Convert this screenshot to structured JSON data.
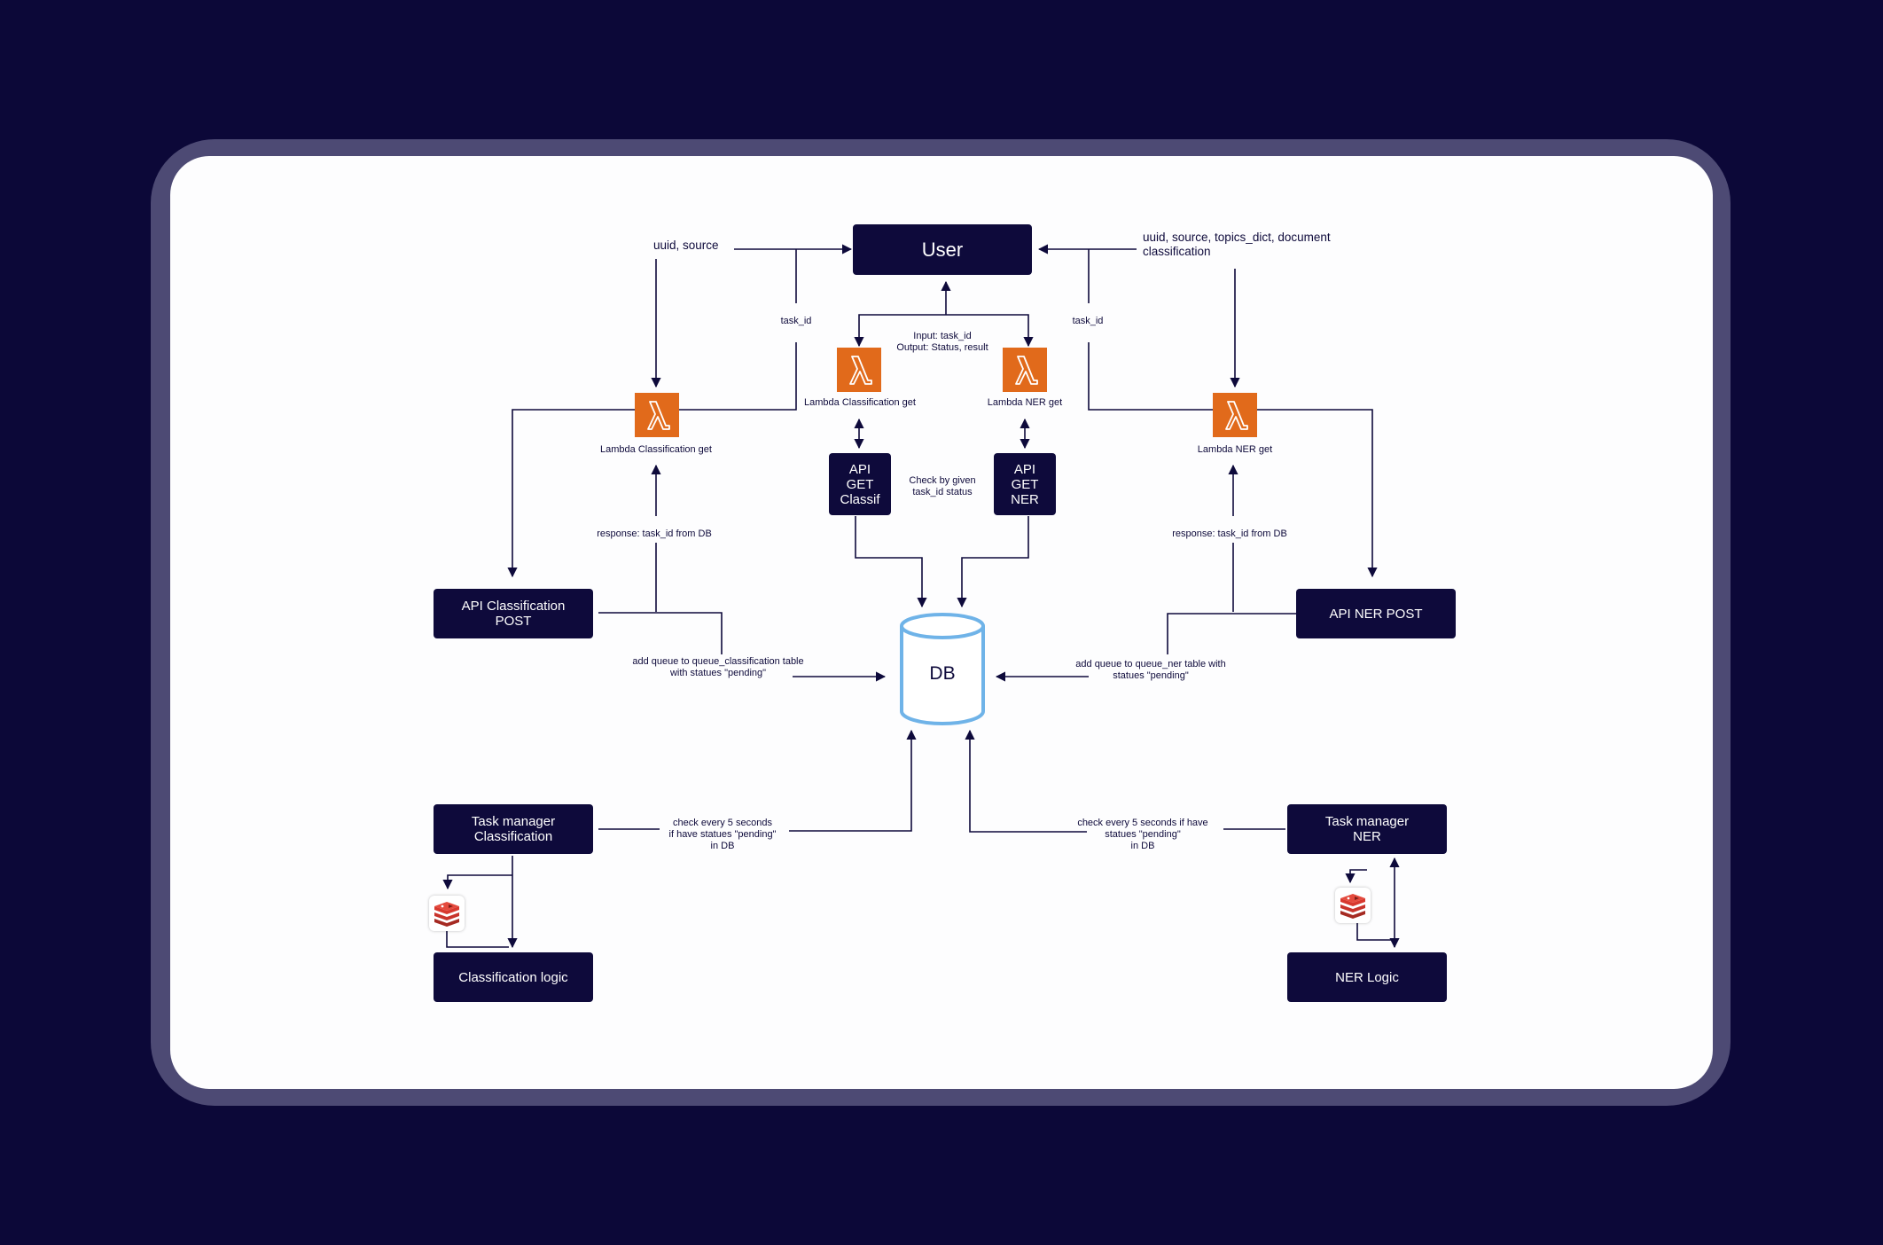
{
  "nodes": {
    "user": "User",
    "api_classification_post": "API Classification\nPOST",
    "api_ner_post": "API NER POST",
    "api_get_classif": "API GET\nClassif",
    "api_get_ner": "API GET\nNER",
    "db": "DB",
    "task_manager_classification": "Task manager\nClassification",
    "task_manager_ner": "Task manager\nNER",
    "classification_logic": "Classification logic",
    "ner_logic": "NER Logic"
  },
  "lambdas": {
    "classification_left": "Lambda Classification get",
    "classification_center": "Lambda Classification get",
    "ner_center": "Lambda NER get",
    "ner_right": "Lambda NER get"
  },
  "labels": {
    "uuid_source": "uuid, source",
    "uuid_source_topics": "uuid, source, topics_dict, document\nclassification",
    "task_id_left": "task_id",
    "task_id_right": "task_id",
    "input_output": "Input: task_id\nOutput: Status, result",
    "check_status": "Check by given\ntask_id status",
    "response_left": "response: task_id from DB",
    "response_right": "response: task_id from DB",
    "add_queue_classification": "add queue to queue_classification table\nwith statues \"pending\"",
    "add_queue_ner": "add queue to queue_ner table with\nstatues \"pending\"",
    "check_every_left": "check every 5 seconds\nif have statues \"pending\"\nin DB",
    "check_every_right": "check every 5 seconds if have\nstatues \"pending\"\nin DB"
  },
  "icons": {
    "lambda": "aws-lambda-icon",
    "redis": "redis-icon",
    "database": "database-cylinder-icon"
  },
  "colors": {
    "background": "#0c0838",
    "frame": "#4d4a74",
    "canvas": "#fdfdfe",
    "box": "#0e0a3b",
    "lambda": "#e16a1b",
    "db_stroke": "#6fb3e8",
    "redis": "#c8332b"
  }
}
